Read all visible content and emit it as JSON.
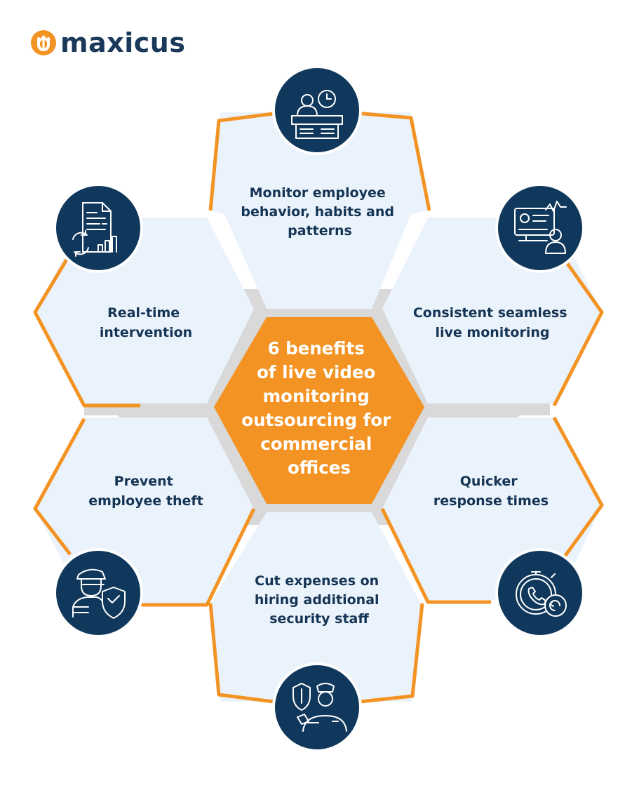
{
  "brand": {
    "logo_text": "maxicus",
    "colors": {
      "orange": "#f39323",
      "navy": "#10385c",
      "hex_fill": "#eaf3fc",
      "gap_gray": "#d8d8d8"
    }
  },
  "center": {
    "lines": [
      "6 benefits",
      "of live video",
      "monitoring",
      "outsourcing for",
      "commercial",
      "offices"
    ]
  },
  "benefits": [
    {
      "id": "top",
      "lines": [
        "Monitor employee",
        "behavior, habits and",
        "patterns"
      ],
      "icon": "employee-clock-icon"
    },
    {
      "id": "upper-right",
      "lines": [
        "Consistent seamless",
        "live monitoring"
      ],
      "icon": "monitoring-screen-icon"
    },
    {
      "id": "lower-right",
      "lines": [
        "Quicker",
        "response times"
      ],
      "icon": "stopwatch-phone-icon"
    },
    {
      "id": "bottom",
      "lines": [
        "Cut expenses on",
        "hiring additional",
        "security staff"
      ],
      "icon": "security-guard-icon"
    },
    {
      "id": "lower-left",
      "lines": [
        "Prevent",
        "employee theft"
      ],
      "icon": "thief-shield-icon"
    },
    {
      "id": "upper-left",
      "lines": [
        "Real-time",
        "intervention"
      ],
      "icon": "report-refresh-icon"
    }
  ]
}
